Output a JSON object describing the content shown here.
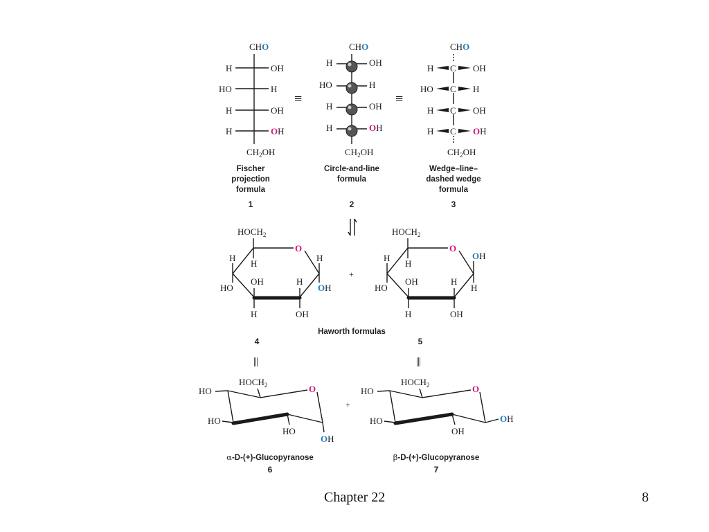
{
  "colors": {
    "o_blue": "#1f7bb8",
    "o_magenta": "#d0137a",
    "atom_gray": "#555555"
  },
  "fischer": {
    "top": "CH",
    "top_o": "O",
    "r1_l": "H",
    "r1_r": "OH",
    "r2_l": "HO",
    "r2_r": "H",
    "r3_l": "H",
    "r3_r": "OH",
    "r4_l": "H",
    "r4_r_o": "O",
    "r4_r_h": "H",
    "bottom_a": "CH",
    "bottom_sub": "2",
    "bottom_b": "OH",
    "caption": [
      "Fischer",
      "projection",
      "formula"
    ],
    "number": "1"
  },
  "circle": {
    "top": "CH",
    "top_o": "O",
    "r1_l": "H",
    "r1_r": "OH",
    "r2_l": "HO",
    "r2_r": "H",
    "r3_l": "H",
    "r3_r": "OH",
    "r4_l": "H",
    "r4_r_o": "O",
    "r4_r_h": "H",
    "bottom_a": "CH",
    "bottom_sub": "2",
    "bottom_b": "OH",
    "caption": [
      "Circle-and-line",
      "formula"
    ],
    "number": "2"
  },
  "wedge": {
    "top": "CH",
    "top_o": "O",
    "c": "C",
    "r1_l": "H",
    "r1_r": "OH",
    "r2_l": "HO",
    "r2_r": "H",
    "r3_l": "H",
    "r3_r": "OH",
    "r4_l": "H",
    "r4_r_o": "O",
    "r4_r_h": "H",
    "bottom_a": "CH",
    "bottom_sub": "2",
    "bottom_b": "OH",
    "caption": [
      "Wedge–line–",
      "dashed wedge",
      "formula"
    ],
    "number": "3"
  },
  "equiv": "≡",
  "equiv_vertical": "|||",
  "plus": "+",
  "haworth_left": {
    "hoch": "HOCH",
    "sub": "2",
    "ring_o": "O",
    "h1": "H",
    "h2": "H",
    "h3": "H",
    "h4": "H",
    "ho": "HO",
    "oh1": "OH",
    "oh2": "OH",
    "anomer_o": "O",
    "anomer_h": "H",
    "number": "4"
  },
  "haworth_right": {
    "hoch": "HOCH",
    "sub": "2",
    "ring_o": "O",
    "h1": "H",
    "h2": "H",
    "h3": "H",
    "h4": "H",
    "h5": "H",
    "ho": "HO",
    "oh1": "OH",
    "oh2": "OH",
    "anomer_o": "O",
    "anomer_h": "H",
    "number": "5"
  },
  "haworth_caption": "Haworth formulas",
  "chair_left": {
    "hoch": "HOCH",
    "sub": "2",
    "ring_o": "O",
    "ho1": "HO",
    "ho2": "HO",
    "ho3": "HO",
    "anomer_o": "O",
    "anomer_h": "H",
    "caption_greek": "α",
    "caption_rest": "-D-(+)-Glucopyranose",
    "number": "6"
  },
  "chair_right": {
    "hoch": "HOCH",
    "sub": "2",
    "ring_o": "O",
    "ho1": "HO",
    "ho2": "HO",
    "oh": "OH",
    "anomer_o": "O",
    "anomer_h": "H",
    "caption_greek": "β",
    "caption_rest": "-D-(+)-Glucopyranose",
    "number": "7"
  },
  "footer": {
    "chapter": "Chapter 22",
    "page": "8"
  }
}
